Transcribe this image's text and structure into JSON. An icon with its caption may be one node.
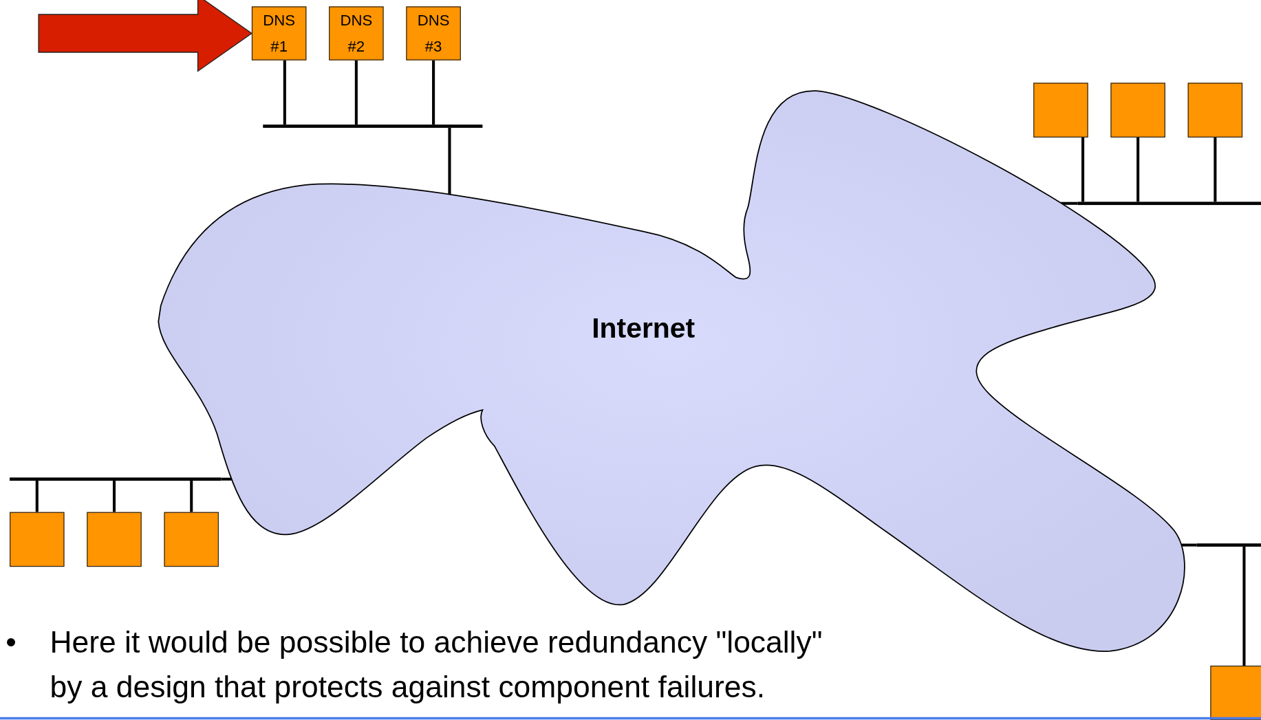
{
  "diagram": {
    "nodes": [
      {
        "text": [
          "DNS #1"
        ]
      },
      {
        "text": [
          "DNS #2"
        ]
      },
      {
        "text": [
          "DNS #3"
        ]
      },
      {
        "text": [],
        "shape": "bar"
      },
      {
        "text": [],
        "shape": "box"
      },
      {
        "text": [],
        "shape": "box"
      },
      {
        "text": [],
        "shape": "box"
      },
      {
        "text": [],
        "shape": "bar"
      },
      {
        "text": [
          "Internet"
        ]
      },
      {
        "text": [],
        "shape": "bar"
      },
      {
        "text": [],
        "shape": "box"
      },
      {
        "text": [],
        "shape": "box"
      },
      {
        "text": [],
        "shape": "box"
      },
      {
        "text": [],
        "shape": "bar"
      },
      {
        "text": [],
        "shape": "box"
      }
    ],
    "edges": [
      {
        "from": null,
        "to": 0,
        "arrow": "to",
        "style": "thick",
        "color": "#d81e00"
      },
      {
        "from": 0,
        "to": 3,
        "arrow": "none"
      },
      {
        "from": 1,
        "to": 3,
        "arrow": "none"
      },
      {
        "from": 2,
        "to": 3,
        "arrow": "none"
      },
      {
        "from": 3,
        "to": 8,
        "arrow": "none"
      },
      {
        "from": 4,
        "to": 7,
        "arrow": "none"
      },
      {
        "from": 5,
        "to": 7,
        "arrow": "none"
      },
      {
        "from": 6,
        "to": 7,
        "arrow": "none"
      },
      {
        "from": 7,
        "to": 8,
        "arrow": "none"
      },
      {
        "from": 9,
        "to": 8,
        "arrow": "none"
      },
      {
        "from": 10,
        "to": 9,
        "arrow": "none"
      },
      {
        "from": 11,
        "to": 9,
        "arrow": "none"
      },
      {
        "from": 12,
        "to": 9,
        "arrow": "none"
      },
      {
        "from": 13,
        "to": 8,
        "arrow": "none"
      },
      {
        "from": 14,
        "to": 13,
        "arrow": "none"
      }
    ],
    "labels": [
      "•",
      "Here it would be possible to achieve redundancy \"locally\" by a design that protects against component failures."
    ]
  }
}
